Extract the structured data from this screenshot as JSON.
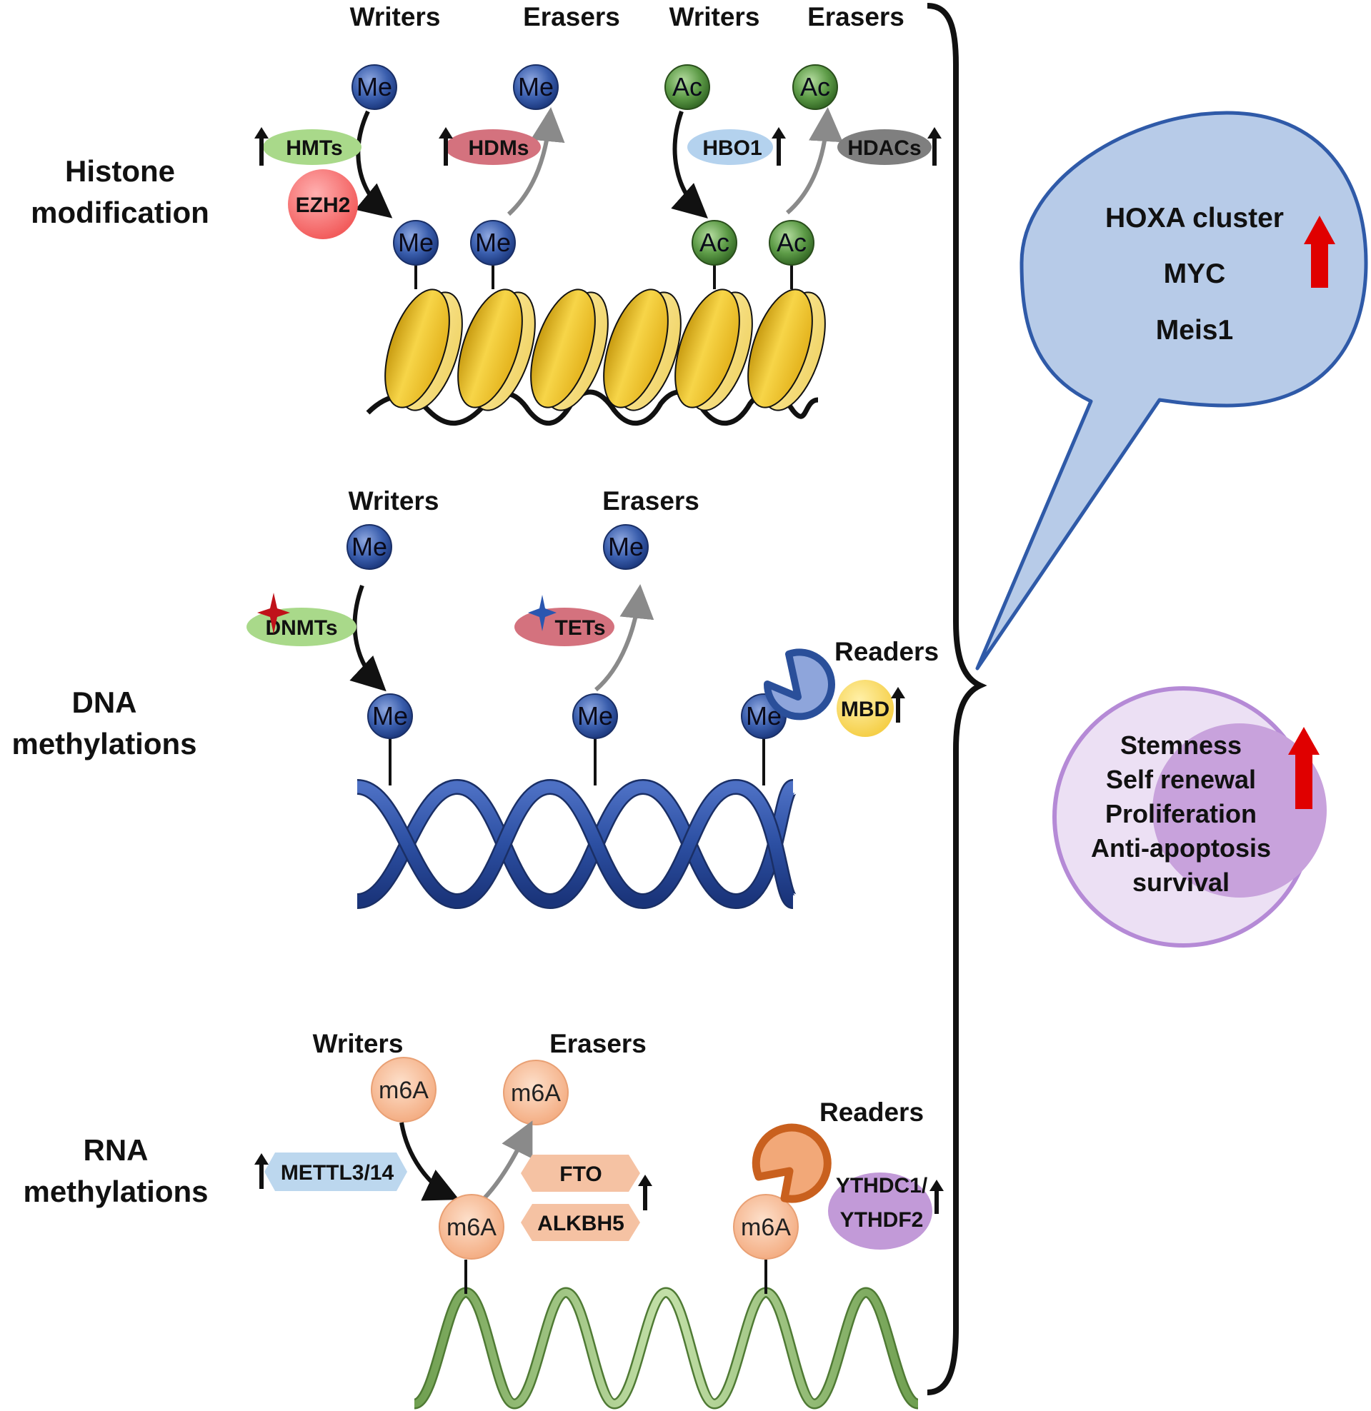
{
  "histone": {
    "title_line1": "Histone",
    "title_line2": "modification",
    "writers_me": "Writers",
    "erasers_me": "Erasers",
    "writers_ac": "Writers",
    "erasers_ac": "Erasers",
    "me": "Me",
    "ac": "Ac",
    "hmts": "HMTs",
    "ezh2": "EZH2",
    "hdms": "HDMs",
    "hbo1": "HBO1",
    "hdacs": "HDACs"
  },
  "dna": {
    "title_line1": "DNA",
    "title_line2": "methylations",
    "writers": "Writers",
    "erasers": "Erasers",
    "readers": "Readers",
    "me": "Me",
    "dnmts": "DNMTs",
    "tets": "TETs",
    "mbd": "MBD"
  },
  "rna": {
    "title_line1": "RNA",
    "title_line2": "methylations",
    "writers": "Writers",
    "erasers": "Erasers",
    "readers": "Readers",
    "m6a": "m6A",
    "mettl": "METTL3/14",
    "fto": "FTO",
    "alkbh5": "ALKBH5",
    "ythdc1": "YTHDC1/",
    "ythdf2": "YTHDF2"
  },
  "targets": [
    "HOXA cluster",
    "MYC",
    "Meis1"
  ],
  "outcomes": [
    "Stemness",
    "Self renewal",
    "Proliferation",
    "Anti-apoptosis",
    "survival"
  ],
  "colors": {
    "me_blue": "#2a4f9a",
    "ac_green": "#4a8a3a",
    "m6a_peach": "#f5b48a",
    "nucleosome_yellow": "#f1c83a",
    "dna_blue": "#27479a",
    "rna_green": "#8fbf6e",
    "bubble_blue": "#b7cbe8",
    "up_arrow_red": "#e00000",
    "outcome_purple": "#c8a2dc"
  }
}
